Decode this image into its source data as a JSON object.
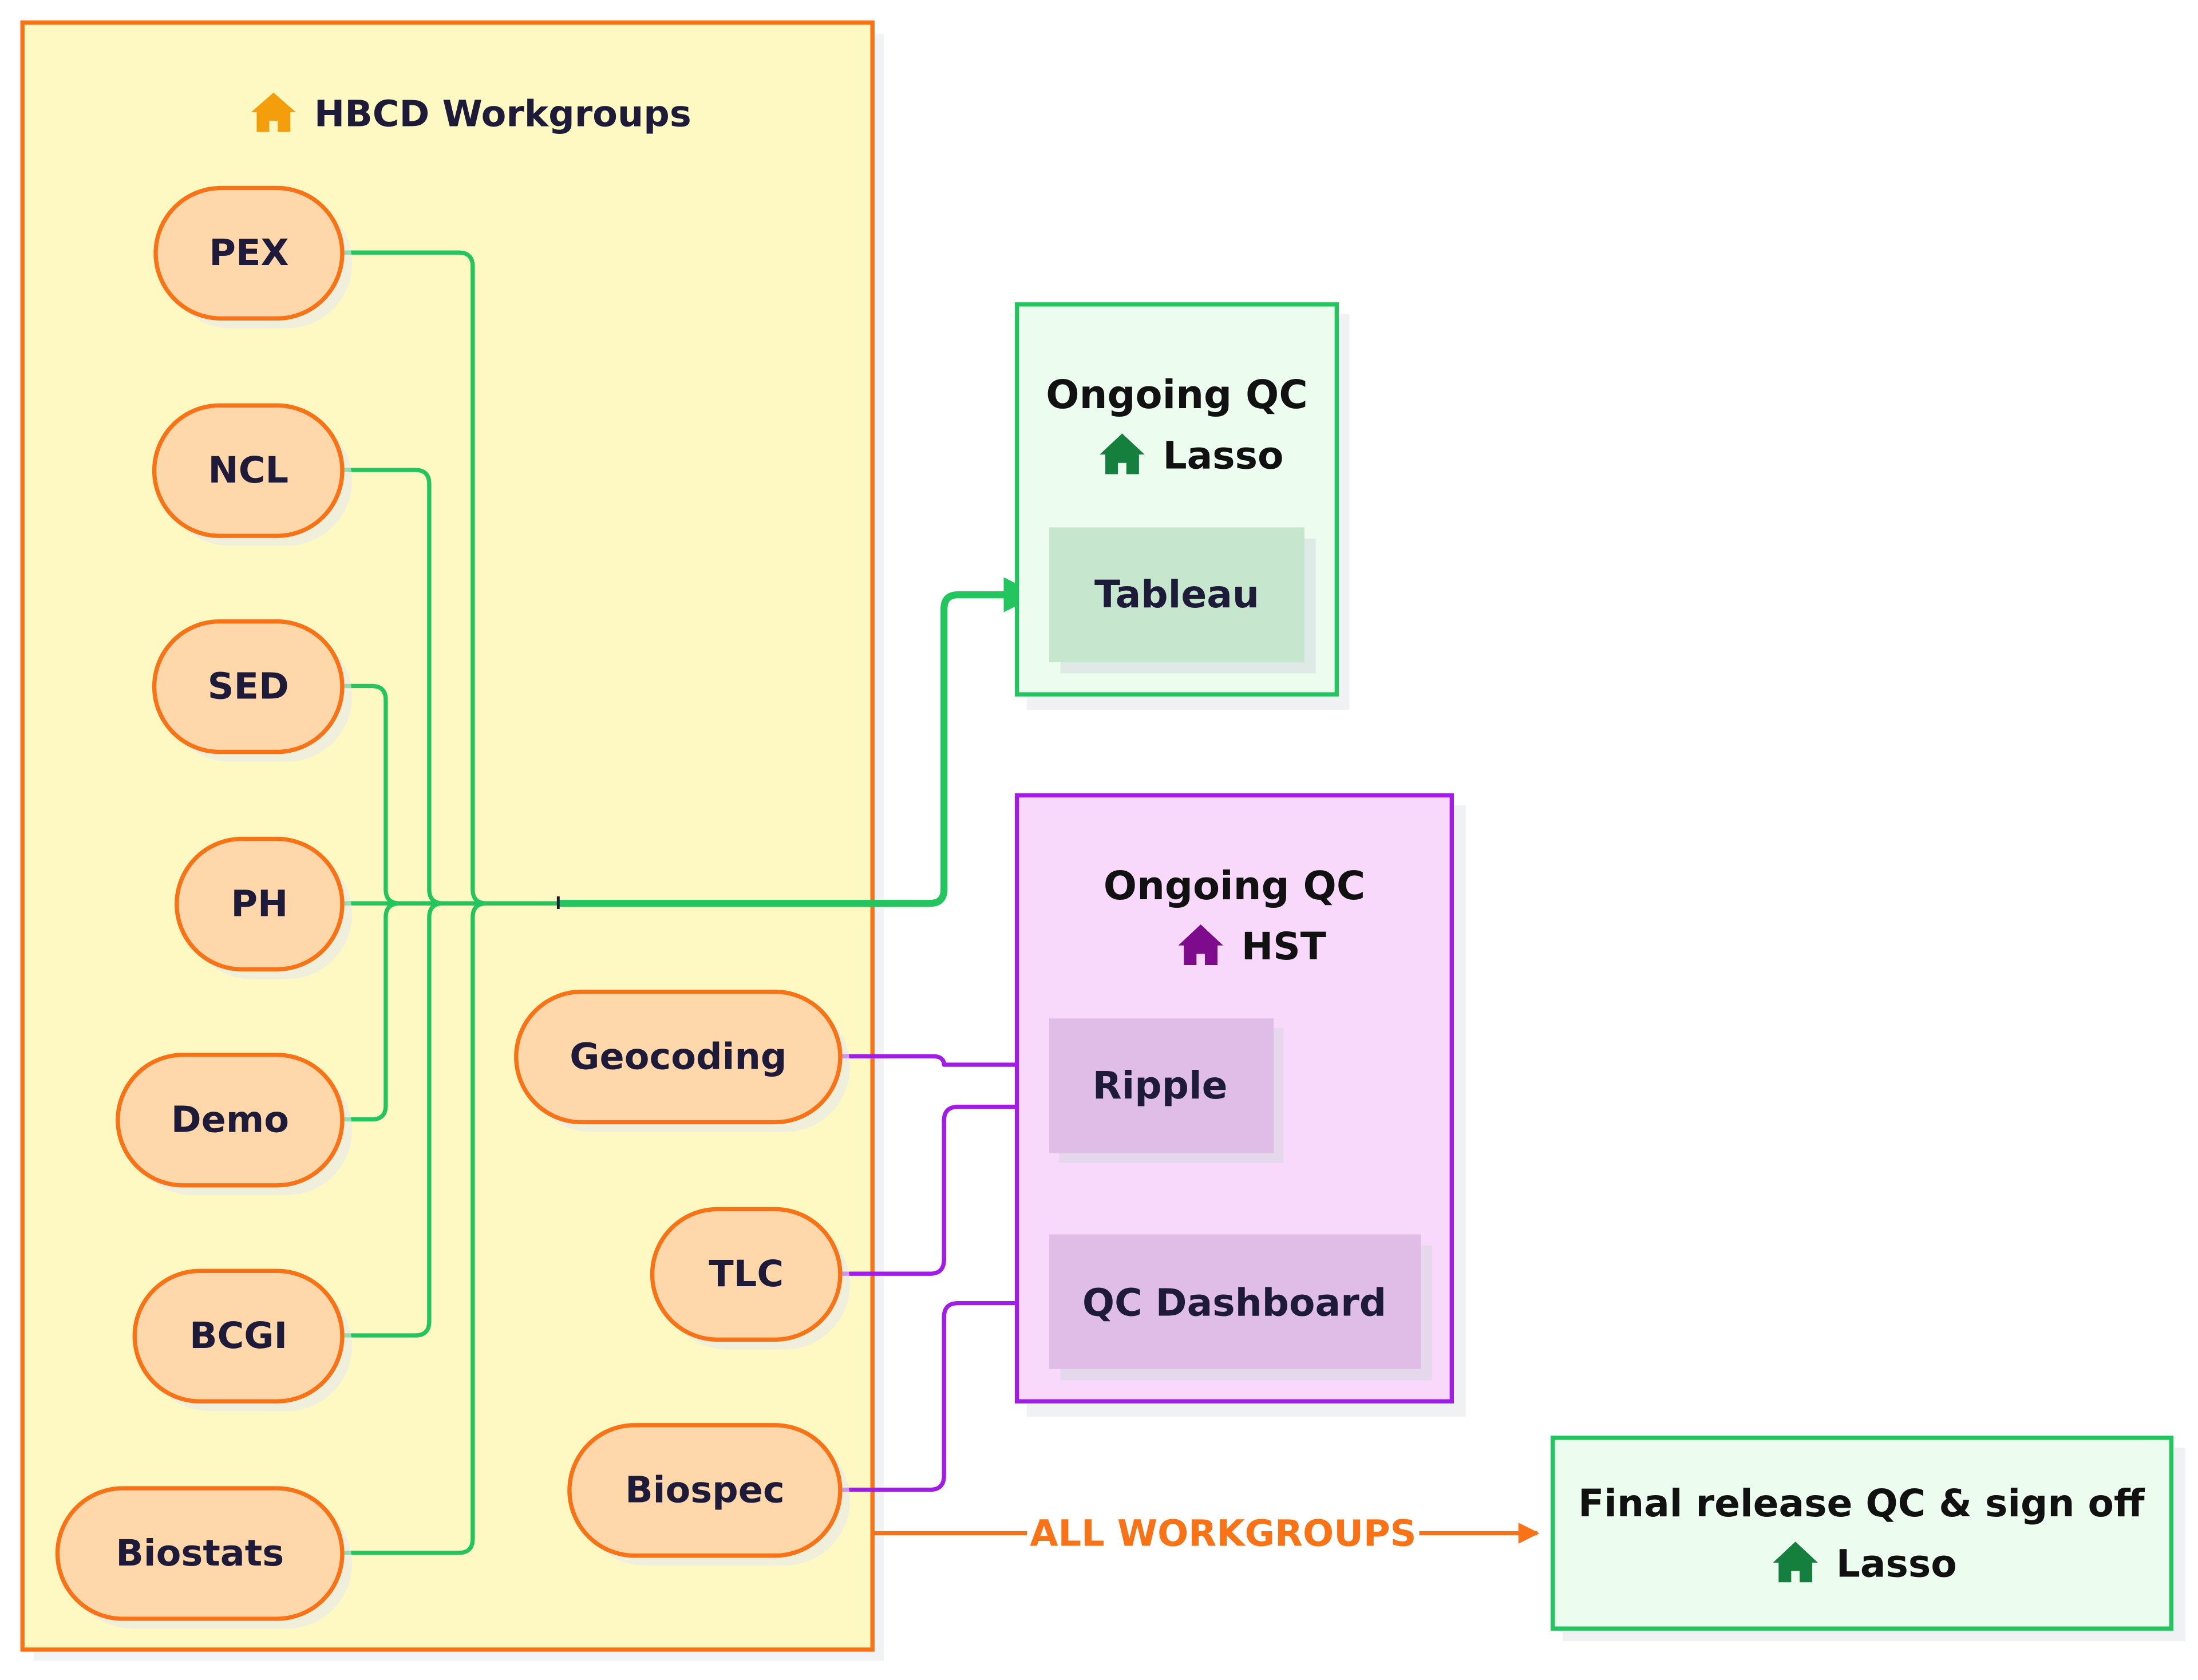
{
  "workgroups": {
    "title": "HBCD Workgroups",
    "title_icon": "house-icon",
    "accent": "#f97316",
    "fill": "#fef9c3",
    "pill_fill": "#fed7aa",
    "items": [
      {
        "label": "PEX"
      },
      {
        "label": "NCL"
      },
      {
        "label": "SED"
      },
      {
        "label": "PH"
      },
      {
        "label": "Demo"
      },
      {
        "label": "BCGI"
      },
      {
        "label": "Biostats"
      },
      {
        "label": "Geocoding"
      },
      {
        "label": "TLC"
      },
      {
        "label": "Biospec"
      }
    ]
  },
  "lasso_qc": {
    "title": "Ongoing QC",
    "owner": "Lasso",
    "owner_icon": "house-icon",
    "accent": "#22c55e",
    "icon_color": "#15803d",
    "tool": "Tableau"
  },
  "hst_qc": {
    "title": "Ongoing QC",
    "owner": "HST",
    "owner_icon": "house-icon",
    "accent": "#a21ce8",
    "icon_color": "#7e0a8c",
    "tools": [
      "Ripple",
      "QC Dashboard"
    ]
  },
  "final_release": {
    "title": "Final release QC & sign off",
    "owner": "Lasso",
    "owner_icon": "house-icon",
    "accent": "#22c55e",
    "icon_color": "#15803d"
  },
  "edge_label": "ALL WORKGROUPS",
  "colors": {
    "text": "#1e1b3a",
    "green_line": "#22c55e",
    "purple_line": "#a21ce8",
    "orange_line": "#f97316",
    "title_icon": "#f59e0b"
  }
}
